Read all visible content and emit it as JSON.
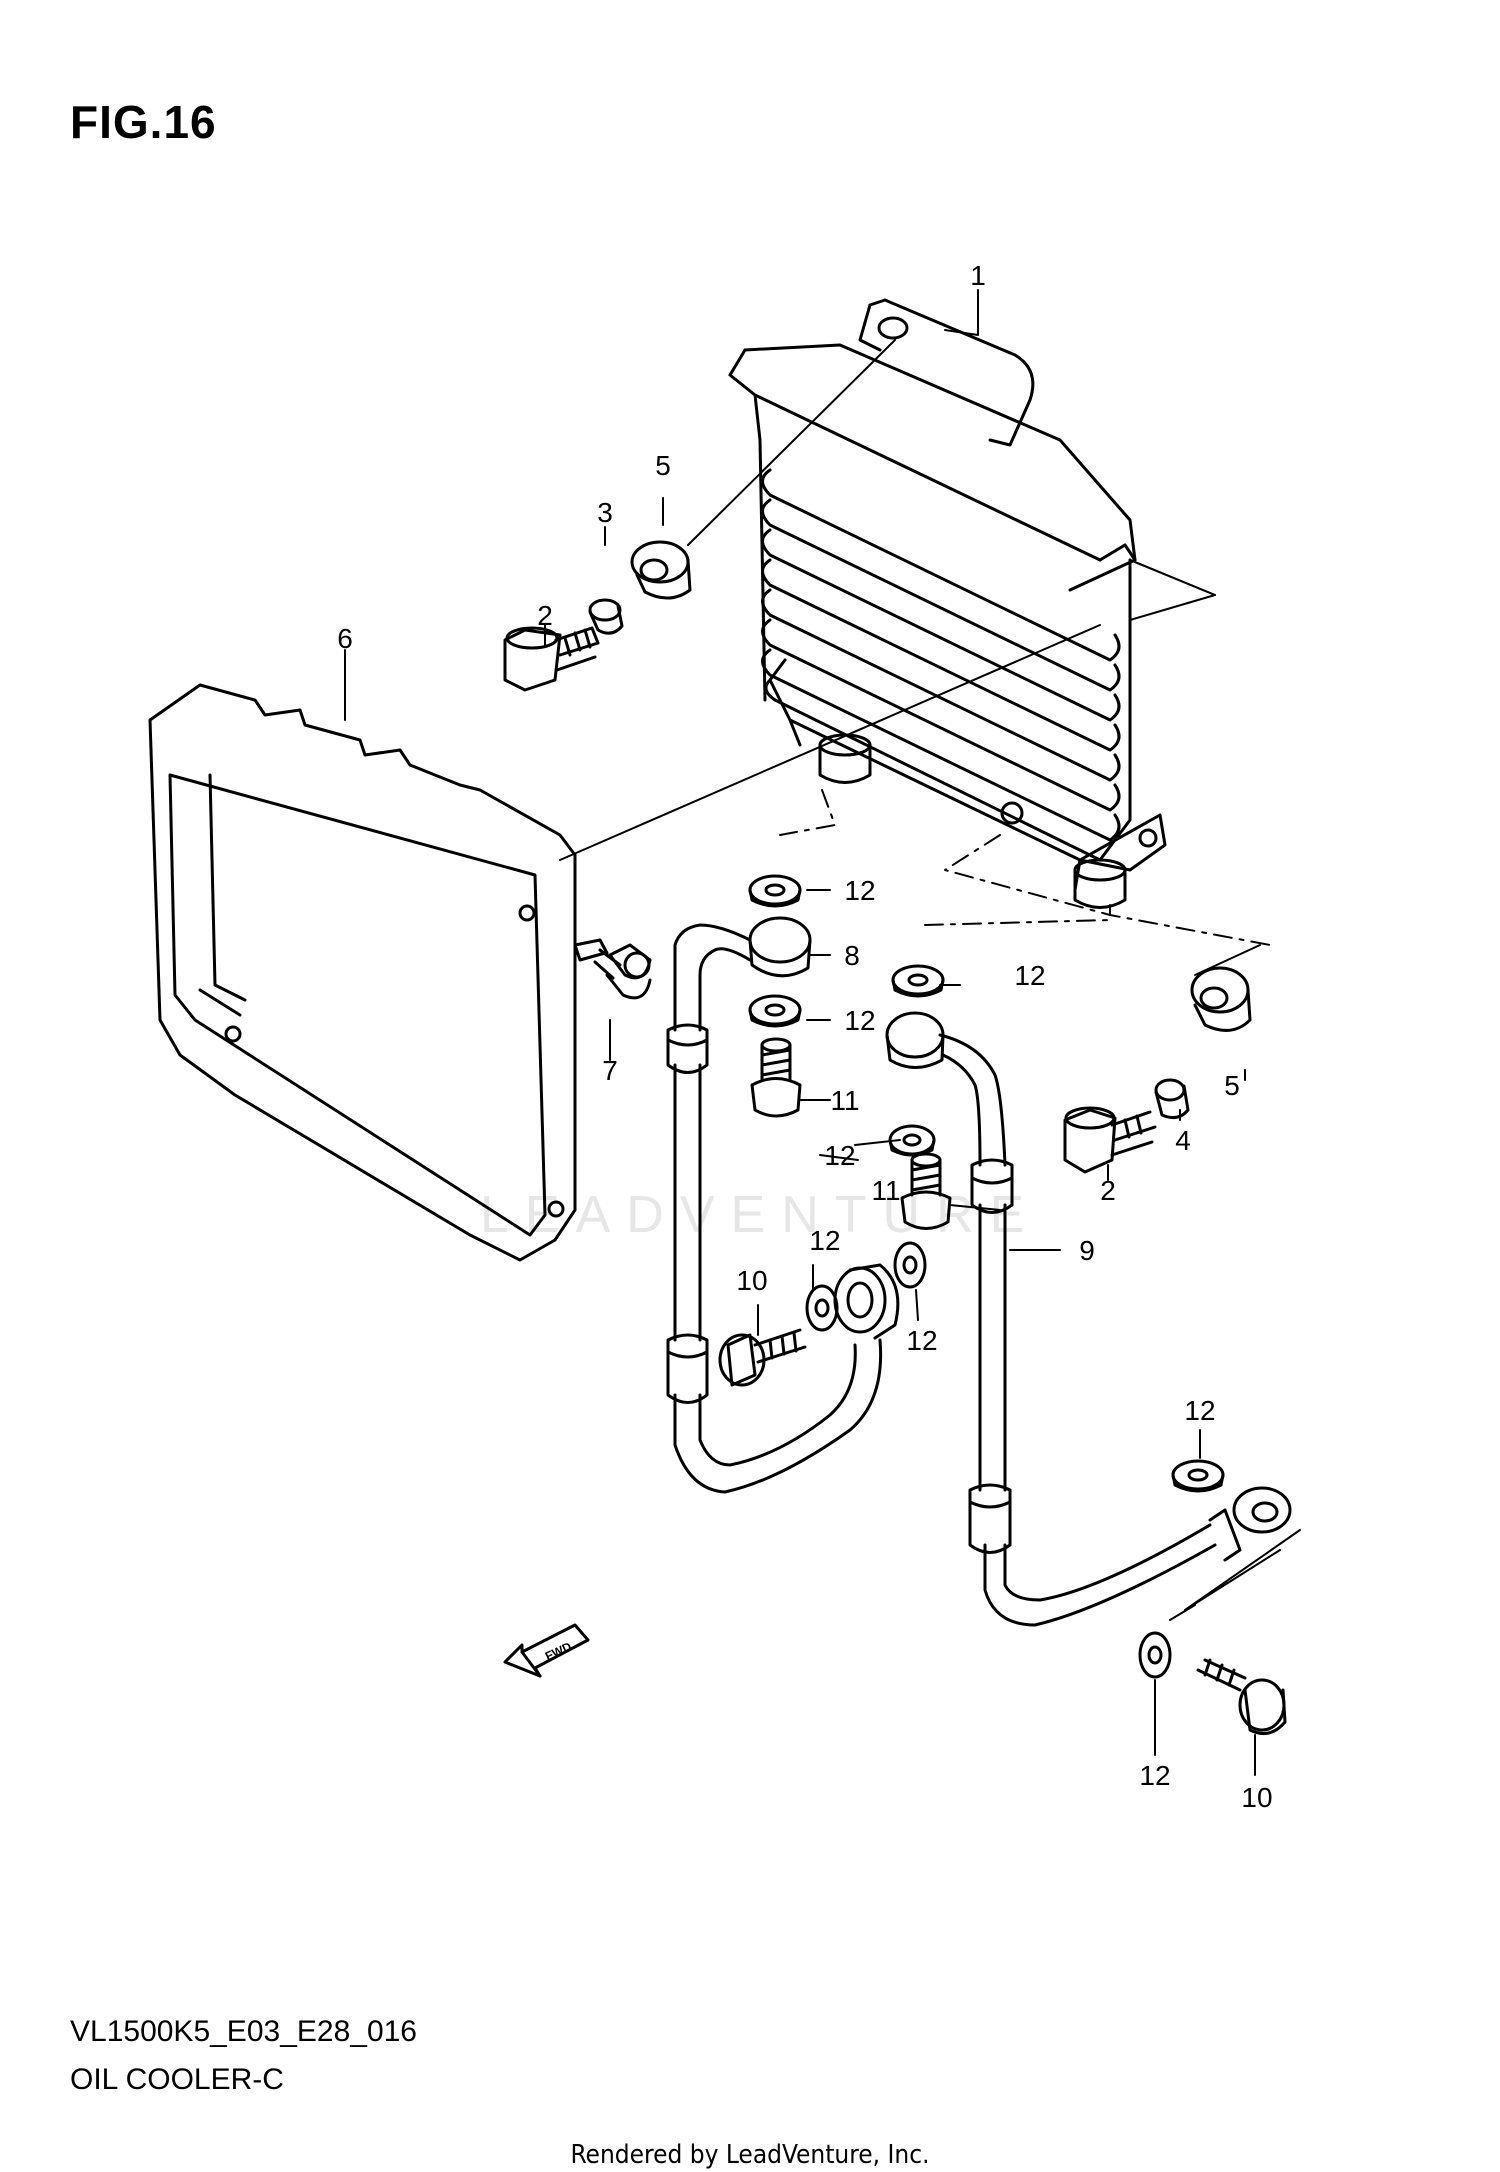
{
  "figure": {
    "title": "FIG.16",
    "model_code": "VL1500K5_E03_E28_016",
    "section_name": "OIL COOLER-C",
    "rendered_by": "Rendered by LeadVenture, Inc.",
    "watermark": "LEADVENTURE",
    "fwd_label": "FWD"
  },
  "callouts": [
    "1",
    "2",
    "3",
    "5",
    "6",
    "12",
    "8",
    "12",
    "7",
    "11",
    "12",
    "11",
    "12",
    "10",
    "12",
    "5",
    "4",
    "2",
    "9",
    "12",
    "12",
    "12",
    "10"
  ]
}
